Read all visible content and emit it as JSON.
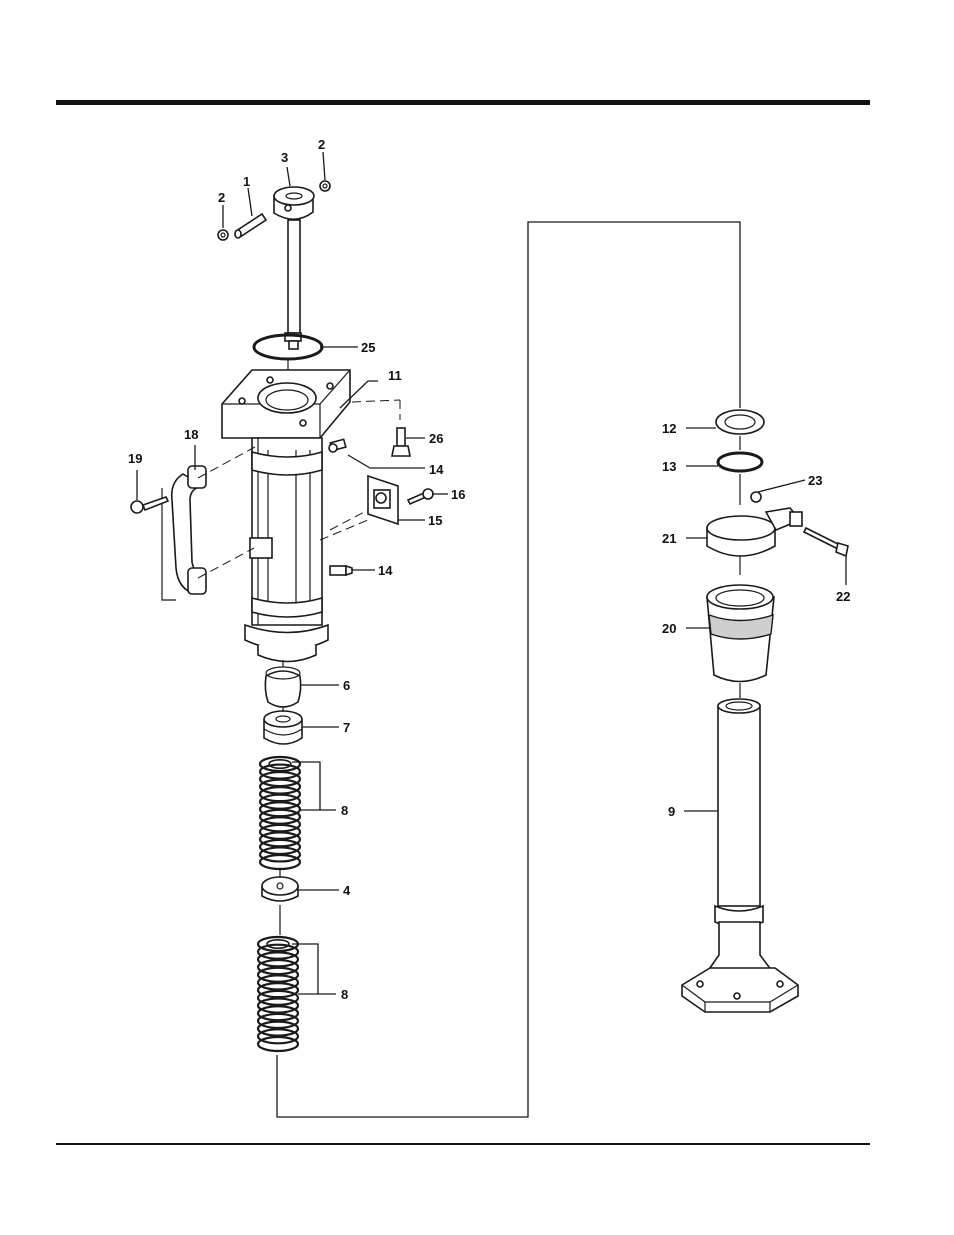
{
  "labels": {
    "l1": "1",
    "l2a": "2",
    "l2b": "2",
    "l3": "3",
    "l4": "4",
    "l6": "6",
    "l7": "7",
    "l8a": "8",
    "l8b": "8",
    "l9": "9",
    "l11": "11",
    "l12": "12",
    "l13": "13",
    "l14a": "14",
    "l14b": "14",
    "l15": "15",
    "l16": "16",
    "l18": "18",
    "l19": "19",
    "l20": "20",
    "l21": "21",
    "l22": "22",
    "l23": "23",
    "l25": "25",
    "l26": "26"
  }
}
